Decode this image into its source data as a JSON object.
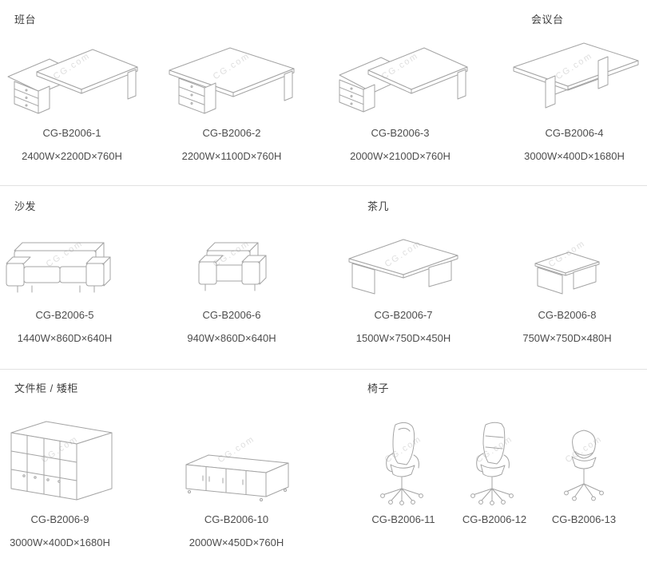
{
  "watermark": {
    "text": "CG.com"
  },
  "sections": [
    {
      "heading_left": "班台",
      "heading_right": "会议台",
      "items": [
        {
          "code": "CG-B2006-1",
          "dims": "2400W×2200D×760H"
        },
        {
          "code": "CG-B2006-2",
          "dims": "2200W×1100D×760H"
        },
        {
          "code": "CG-B2006-3",
          "dims": "2000W×2100D×760H"
        },
        {
          "code": "CG-B2006-4",
          "dims": "3000W×400D×1680H"
        }
      ]
    },
    {
      "heading_left": "沙发",
      "heading_right": "茶几",
      "items": [
        {
          "code": "CG-B2006-5",
          "dims": "1440W×860D×640H"
        },
        {
          "code": "CG-B2006-6",
          "dims": "940W×860D×640H"
        },
        {
          "code": "CG-B2006-7",
          "dims": "1500W×750D×450H"
        },
        {
          "code": "CG-B2006-8",
          "dims": "750W×750D×480H"
        }
      ]
    },
    {
      "heading_left": "文件柜 / 矮柜",
      "heading_right": "椅子",
      "items": [
        {
          "code": "CG-B2006-9",
          "dims": "3000W×400D×1680H"
        },
        {
          "code": "CG-B2006-10",
          "dims": "2000W×450D×760H"
        },
        {
          "code": "CG-B2006-11"
        },
        {
          "code": "CG-B2006-12"
        },
        {
          "code": "CG-B2006-13"
        }
      ]
    }
  ]
}
